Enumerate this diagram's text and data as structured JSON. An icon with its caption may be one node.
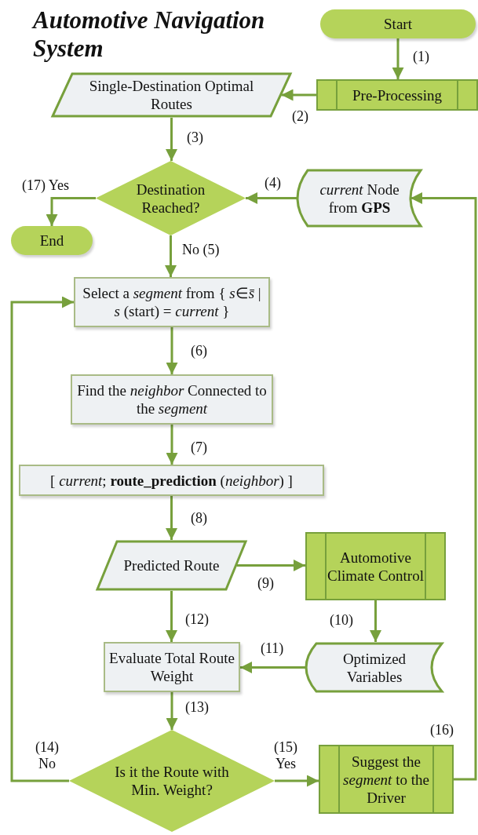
{
  "diagram": {
    "title": "Automotive Navigation System",
    "nodes": [
      {
        "text": [
          "Start"
        ]
      },
      {
        "text": [
          "Pre-Processing"
        ]
      },
      {
        "text": [
          "Single-Destination Optimal Routes"
        ]
      },
      {
        "text": [
          "Destination Reached?"
        ]
      },
      {
        "text": [
          "*current* Node from **GPS**"
        ]
      },
      {
        "text": [
          "End"
        ]
      },
      {
        "text": [
          "Select a *segment* from { *s*∈*s̄* | *s* (start) = *current* }"
        ]
      },
      {
        "text": [
          "Find the *neighbor* Connected to the *segment*"
        ]
      },
      {
        "text": [
          "[ *current*; **route_prediction** (*neighbor*) ]"
        ]
      },
      {
        "text": [
          "Predicted Route"
        ]
      },
      {
        "text": [
          "Automotive Climate Control"
        ]
      },
      {
        "text": [
          "Evaluate Total Route Weight"
        ]
      },
      {
        "text": [
          "Optimized Variables"
        ]
      },
      {
        "text": [
          "Is it the Route with Min. Weight?"
        ]
      },
      {
        "text": [
          "Suggest the *segment* to the Driver"
        ]
      }
    ],
    "edges": [
      {
        "from": 0,
        "to": 1,
        "arrow": "to",
        "label": "(1)"
      },
      {
        "from": 1,
        "to": 2,
        "arrow": "to",
        "label": "(2)"
      },
      {
        "from": 2,
        "to": 3,
        "arrow": "to",
        "label": "(3)"
      },
      {
        "from": 4,
        "to": 3,
        "arrow": "to",
        "label": "(4)"
      },
      {
        "from": 3,
        "to": 6,
        "arrow": "to",
        "label": "No (5)"
      },
      {
        "from": 3,
        "to": 5,
        "arrow": "to",
        "label": "(17) Yes"
      },
      {
        "from": 6,
        "to": 7,
        "arrow": "to",
        "label": "(6)"
      },
      {
        "from": 7,
        "to": 8,
        "arrow": "to",
        "label": "(7)"
      },
      {
        "from": 8,
        "to": 9,
        "arrow": "to",
        "label": "(8)"
      },
      {
        "from": 9,
        "to": 10,
        "arrow": "to",
        "label": "(9)"
      },
      {
        "from": 10,
        "to": 12,
        "arrow": "to",
        "label": "(10)"
      },
      {
        "from": 12,
        "to": 11,
        "arrow": "to",
        "label": "(11)"
      },
      {
        "from": 9,
        "to": 11,
        "arrow": "to",
        "label": "(12)"
      },
      {
        "from": 11,
        "to": 13,
        "arrow": "to",
        "label": "(13)"
      },
      {
        "from": 13,
        "to": 6,
        "arrow": "to",
        "label": "(14) No"
      },
      {
        "from": 13,
        "to": 14,
        "arrow": "to",
        "label": "(15) Yes"
      },
      {
        "from": 14,
        "to": 4,
        "arrow": "to",
        "label": "(16)"
      }
    ]
  }
}
